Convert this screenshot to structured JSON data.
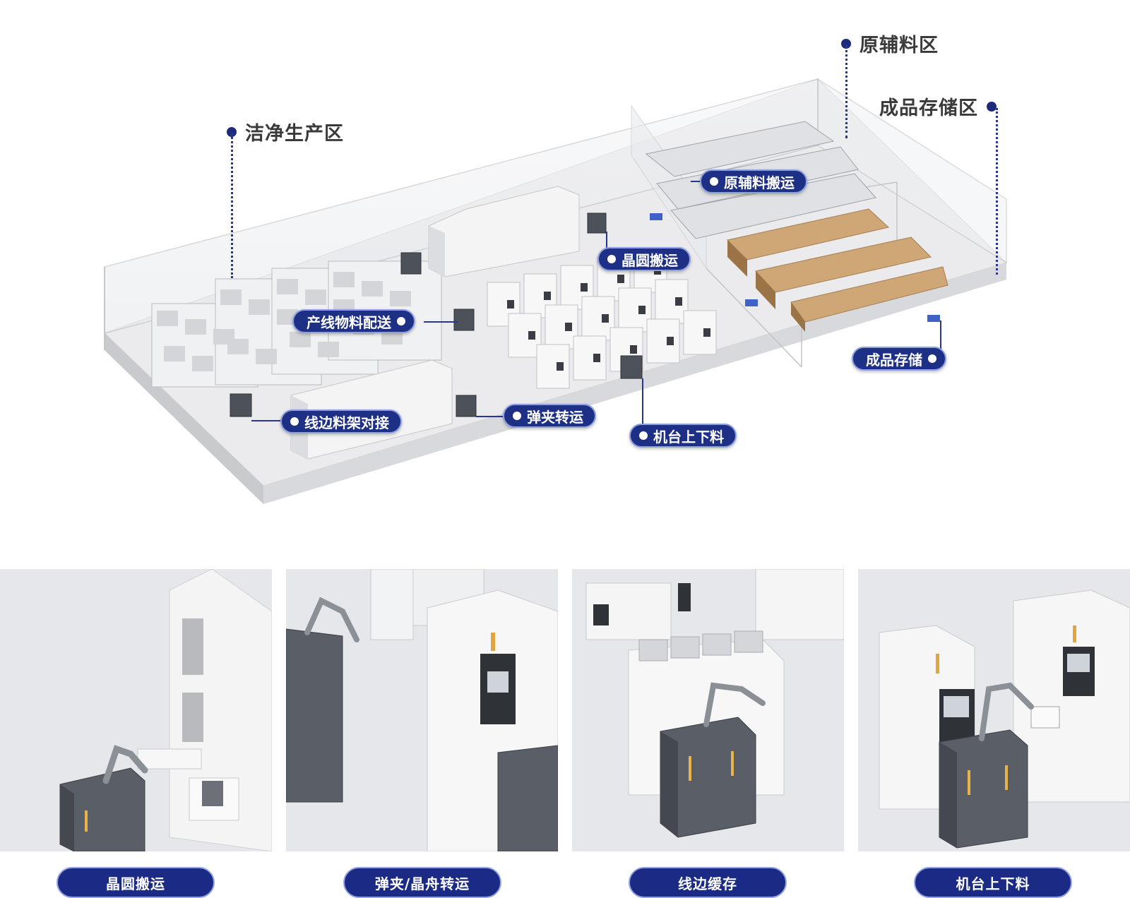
{
  "zones": {
    "clean_production": "洁净生产区",
    "raw_material": "原辅料区",
    "finished_storage": "成品存储区"
  },
  "callouts": {
    "raw_material_transport": "原辅料搬运",
    "wafer_transport": "晶圆搬运",
    "line_material_delivery": "产线物料配送",
    "finished_storage": "成品存储",
    "lineside_rack_docking": "线边料架对接",
    "cassette_transfer": "弹夹转运",
    "machine_loading": "机台上下料"
  },
  "cards": [
    {
      "label": "晶圆搬运"
    },
    {
      "label": "弹夹/晶舟转运"
    },
    {
      "label": "线边缓存"
    },
    {
      "label": "机台上下料"
    }
  ],
  "colors": {
    "accent": "#1e2f86",
    "accent_border": "#8fa0e0",
    "dotted_line": "#2a3590"
  }
}
